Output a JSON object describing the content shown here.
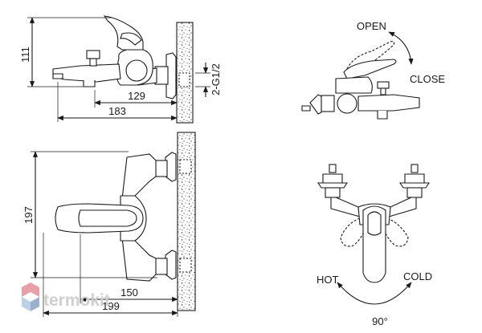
{
  "side_view": {
    "dim_height": "111",
    "dim_thread": "2-G1/2",
    "dim_inner": "129",
    "dim_outer": "183"
  },
  "top_view": {
    "dim_depth": "197",
    "dim_inner": "150",
    "dim_outer": "199"
  },
  "lever_view": {
    "open_label": "OPEN",
    "close_label": "CLOSE"
  },
  "rotation_view": {
    "hot_label": "HOT",
    "cold_label": "COLD",
    "angle_label": "90°"
  },
  "watermark": {
    "brand": "termokit",
    "colors": [
      "#e8a0a8",
      "#bcd0e8",
      "#9ab0cc"
    ]
  }
}
